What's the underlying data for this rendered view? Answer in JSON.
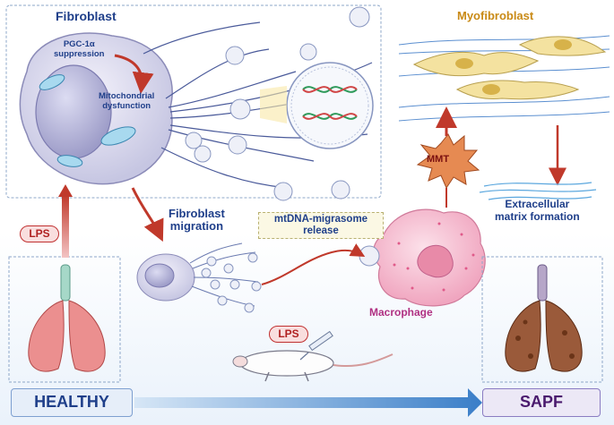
{
  "labels": {
    "fibroblast": "Fibroblast",
    "pgc_line1": "PGC-1α",
    "pgc_line2": "suppression",
    "mito_line1": "Mitochondrial",
    "mito_line2": "dysfunction",
    "myofibroblast": "Myofibroblast",
    "migration_line1": "Fibroblast",
    "migration_line2": "migration",
    "mtdna_line1": "mtDNA-migrasome",
    "mtdna_line2": "release",
    "ecm_line1": "Extracellular",
    "ecm_line2": "matrix formation",
    "macrophage": "Macrophage",
    "mmt": "MMT",
    "lps_top": "LPS",
    "lps_mouse": "LPS",
    "healthy": "HEALTHY",
    "sapf": "SAPF"
  },
  "colors": {
    "navy": "#1f3f8a",
    "myofibroblast_gold": "#c98a16",
    "macrophage_pink": "#b03082",
    "arrow_red": "#c0392b",
    "progress_arrow_blue": "#3a7ec8"
  },
  "icons": [
    "lung-healthy-icon",
    "lung-fibrotic-icon",
    "mouse-icon",
    "syringe-icon",
    "dna-icon",
    "migrasome-icon",
    "mitochondrion-icon"
  ]
}
